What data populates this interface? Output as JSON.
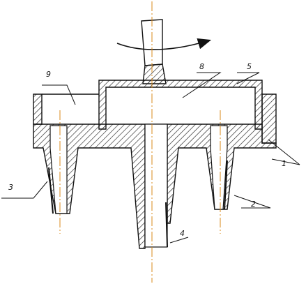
{
  "labels": {
    "part_1": "1",
    "part_2": "2",
    "part_3": "3",
    "part_4": "4",
    "part_5": "5",
    "part_8": "8",
    "part_9": "9"
  },
  "colors": {
    "line": "#111111",
    "hatch": "#222222",
    "centerline": "#d9891a",
    "background": "#ffffff"
  },
  "icons": {
    "rotation": "rotation-arrow-icon"
  }
}
